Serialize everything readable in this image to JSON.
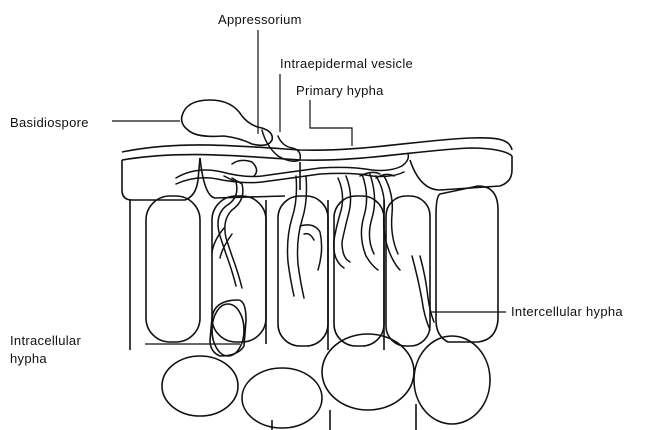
{
  "diagram": {
    "labels": {
      "appressorium": "Appressorium",
      "intraepidermal_vesicle": "Intraepidermal vesicle",
      "primary_hypha": "Primary hypha",
      "basidiospore": "Basidiospore",
      "intracellular_hypha_line1": "Intracellular",
      "intracellular_hypha_line2": "hypha",
      "intercellular_hypha": "Intercellular hypha"
    }
  }
}
